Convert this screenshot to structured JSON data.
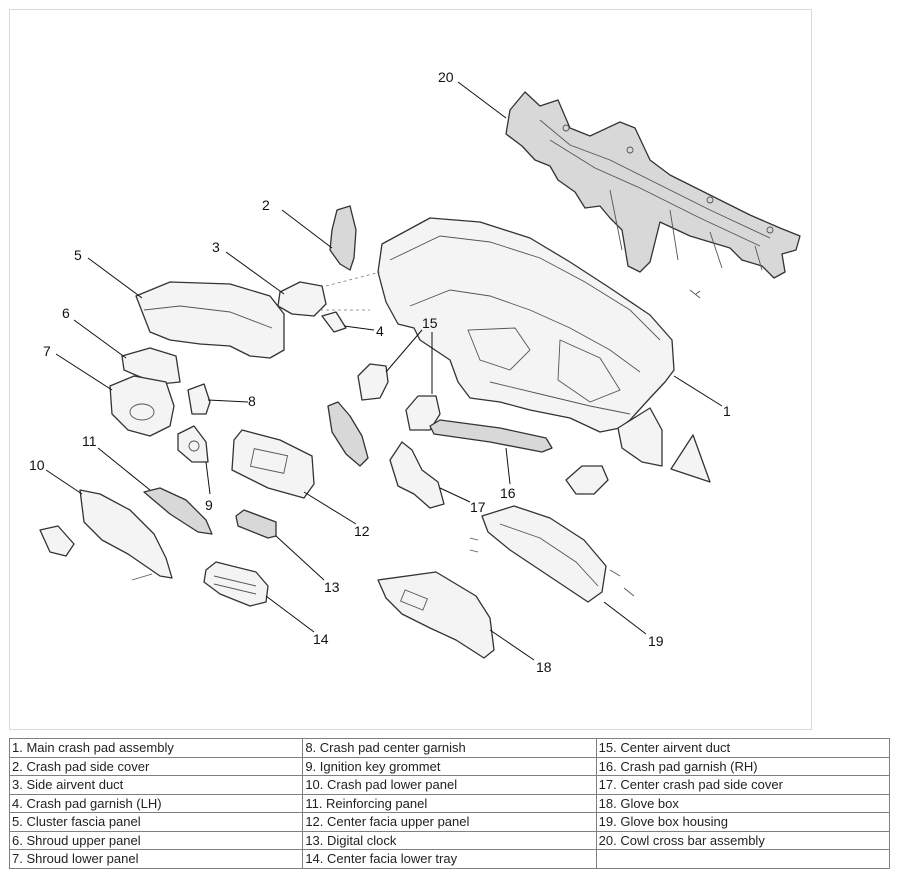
{
  "callouts": [
    "1",
    "2",
    "3",
    "4",
    "5",
    "6",
    "7",
    "8",
    "9",
    "10",
    "11",
    "12",
    "13",
    "14",
    "15",
    "16",
    "17",
    "18",
    "19",
    "20"
  ],
  "legend": {
    "col1": [
      "1. Main crash pad assembly",
      "2. Crash pad side cover",
      "3. Side airvent duct",
      "4. Crash pad garnish (LH)",
      "5. Cluster fascia panel",
      "6. Shroud upper panel",
      "7. Shroud lower panel"
    ],
    "col2": [
      "8. Crash pad center garnish",
      "9. Ignition key grommet",
      "10. Crash pad lower panel",
      "11. Reinforcing panel",
      "12. Center facia upper panel",
      "13. Digital clock",
      "14. Center facia lower tray"
    ],
    "col3": [
      "15. Center airvent duct",
      "16. Crash pad garnish (RH)",
      "17. Center crash pad side cover",
      "18. Glove box",
      "19. Glove box housing",
      "20. Cowl cross bar assembly",
      ""
    ]
  }
}
